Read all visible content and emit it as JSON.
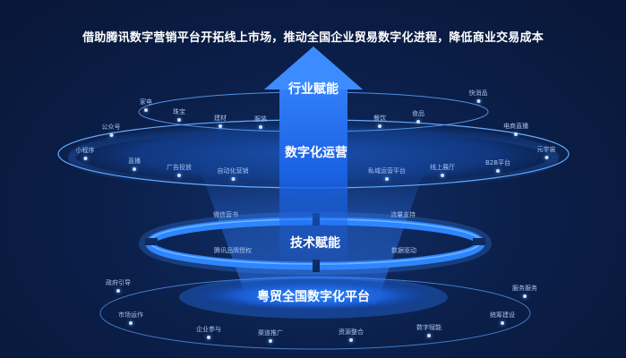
{
  "headline": "借助腾讯数字营销平台开拓线上市场，推动全国企业贸易数字化进程，降低商业交易成本",
  "colors": {
    "background": "#0b1b3e",
    "arrow": "#1f74ff",
    "ring_bright": "#2e86ff",
    "ring_line": "#5aa2ff",
    "text": "#ffffff",
    "tag_text": "#a9c4ee"
  },
  "layers": {
    "industry": "行业赋能",
    "digital_ops": "数字化运营",
    "tech": "技术赋能",
    "platform": "粤贸全国数字化平台"
  },
  "tags": {
    "top_ring": [
      "家电",
      "珠宝",
      "建材",
      "服装",
      "餐饮",
      "食品",
      "快消品"
    ],
    "ops_ring": [
      "公众号",
      "小程序",
      "直播",
      "广告投放",
      "自动化营销",
      "私域运营平台",
      "线上展厅",
      "B2B平台",
      "电商直播",
      "元宇宙"
    ],
    "tech_ring": [
      "微信营书",
      "腾讯品牌授权",
      "流量支持",
      "数据驱动"
    ],
    "bottom_ring": [
      "政府引导",
      "市场运作",
      "企业参与",
      "渠道推广",
      "资源整合",
      "数字赋能",
      "统筹建设",
      "服务服务"
    ]
  }
}
